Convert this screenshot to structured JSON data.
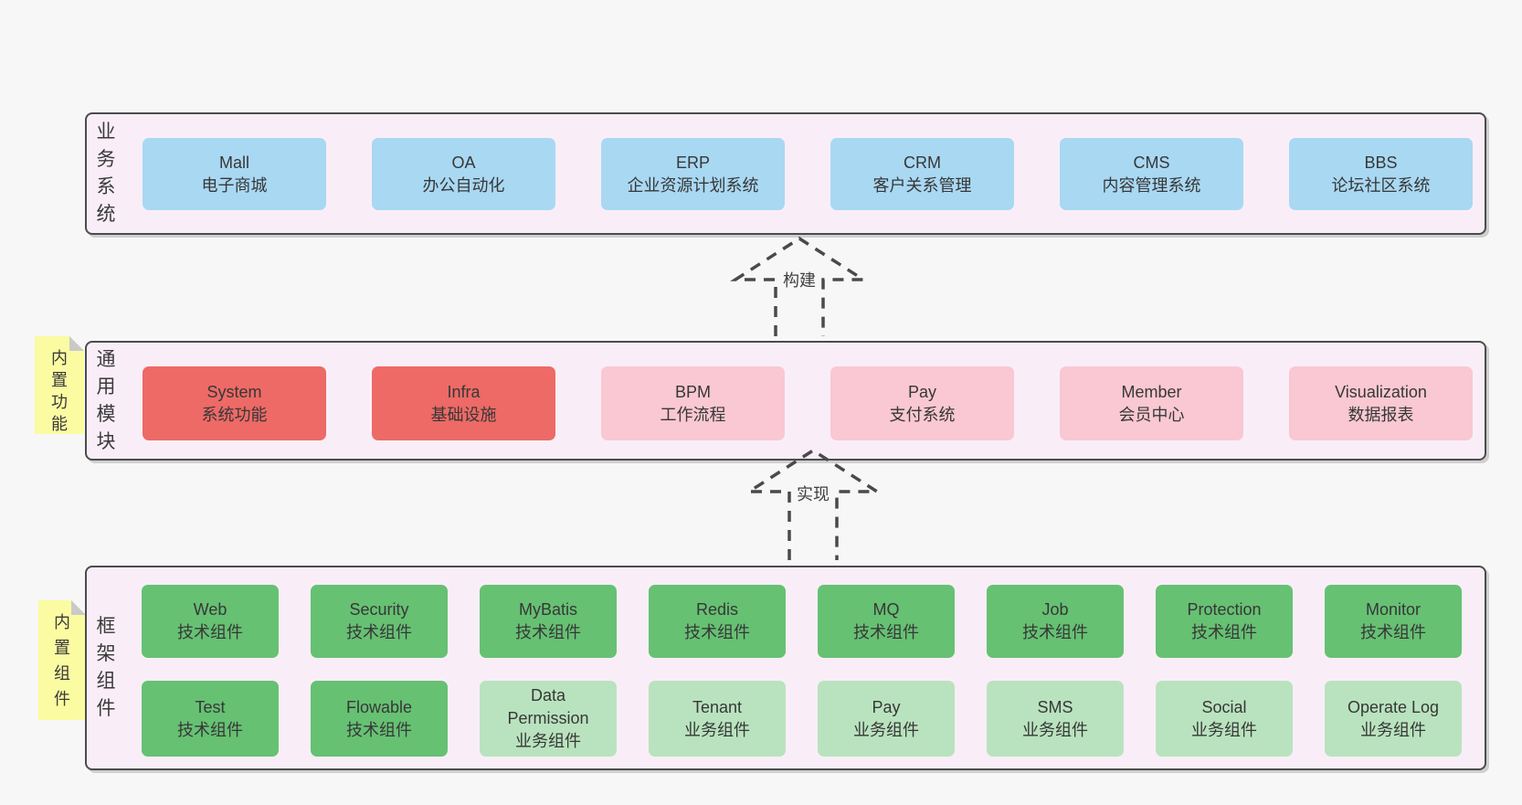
{
  "sections": [
    {
      "id": "business-systems",
      "label": "业务系统",
      "boxes": [
        {
          "en": "Mall",
          "zh": "电子商城",
          "variant": "blue"
        },
        {
          "en": "OA",
          "zh": "办公自动化",
          "variant": "blue"
        },
        {
          "en": "ERP",
          "zh": "企业资源计划系统",
          "variant": "blue"
        },
        {
          "en": "CRM",
          "zh": "客户关系管理",
          "variant": "blue"
        },
        {
          "en": "CMS",
          "zh": "内容管理系统",
          "variant": "blue"
        },
        {
          "en": "BBS",
          "zh": "论坛社区系统",
          "variant": "blue"
        }
      ]
    },
    {
      "id": "common-modules",
      "label": "通用模块",
      "sticky": "内置功能",
      "boxes": [
        {
          "en": "System",
          "zh": "系统功能",
          "variant": "red"
        },
        {
          "en": "Infra",
          "zh": "基础设施",
          "variant": "red"
        },
        {
          "en": "BPM",
          "zh": "工作流程",
          "variant": "pink"
        },
        {
          "en": "Pay",
          "zh": "支付系统",
          "variant": "pink"
        },
        {
          "en": "Member",
          "zh": "会员中心",
          "variant": "pink"
        },
        {
          "en": "Visualization",
          "zh": "数据报表",
          "variant": "pink"
        }
      ]
    },
    {
      "id": "framework-components",
      "label": "框架组件",
      "sticky": "内置组件",
      "rows": [
        [
          {
            "en": "Web",
            "zh": "技术组件",
            "variant": "green_dark"
          },
          {
            "en": "Security",
            "zh": "技术组件",
            "variant": "green_dark"
          },
          {
            "en": "MyBatis",
            "zh": "技术组件",
            "variant": "green_dark"
          },
          {
            "en": "Redis",
            "zh": "技术组件",
            "variant": "green_dark"
          },
          {
            "en": "MQ",
            "zh": "技术组件",
            "variant": "green_dark"
          },
          {
            "en": "Job",
            "zh": "技术组件",
            "variant": "green_dark"
          },
          {
            "en": "Protection",
            "zh": "技术组件",
            "variant": "green_dark"
          },
          {
            "en": "Monitor",
            "zh": "技术组件",
            "variant": "green_dark"
          }
        ],
        [
          {
            "en": "Test",
            "zh": "技术组件",
            "variant": "green_dark"
          },
          {
            "en": "Flowable",
            "zh": "技术组件",
            "variant": "green_dark"
          },
          {
            "en": "Data Permission",
            "zh": "业务组件",
            "variant": "green_light"
          },
          {
            "en": "Tenant",
            "zh": "业务组件",
            "variant": "green_light"
          },
          {
            "en": "Pay",
            "zh": "业务组件",
            "variant": "green_light"
          },
          {
            "en": "SMS",
            "zh": "业务组件",
            "variant": "green_light"
          },
          {
            "en": "Social",
            "zh": "业务组件",
            "variant": "green_light"
          },
          {
            "en": "Operate Log",
            "zh": "业务组件",
            "variant": "green_light"
          }
        ]
      ]
    }
  ],
  "arrows": [
    {
      "label": "构建"
    },
    {
      "label": "实现"
    }
  ],
  "colors": {
    "page_bg": "#f7f7f7",
    "panel_bg": "#f9eef8",
    "panel_border": "#4c4c4c",
    "blue": "#a9d8f3",
    "red": "#ed6a66",
    "pink": "#f9c8d2",
    "green_dark": "#66c173",
    "green_light": "#b9e3be",
    "sticky_yellow": "#fbfba1",
    "arrow_stroke": "#4a4a4a",
    "text": "#3a3a3a"
  }
}
